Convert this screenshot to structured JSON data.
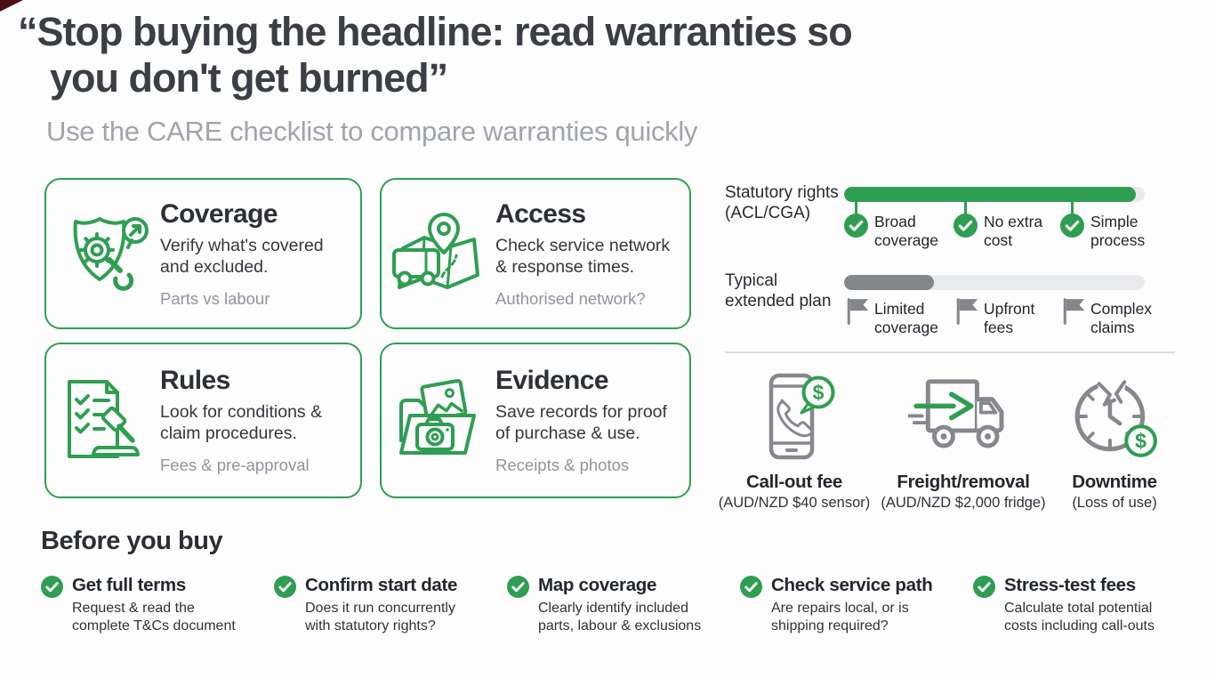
{
  "header": {
    "headline_line1": "“Stop buying the headline: read warranties so",
    "headline_line2": "you don't get burned”",
    "subtitle": "Use the CARE checklist to compare warranties quickly"
  },
  "colors": {
    "accent_green": "#2f9e52",
    "dark_text": "#3a3f45",
    "muted_text": "#8f959b",
    "gray_fill": "#83878b",
    "bar_track": "#e9eaeb"
  },
  "cards": [
    {
      "icon": "shield-gear-icon",
      "title": "Coverage",
      "description": "Verify what's covered\nand excluded.",
      "note": "Parts vs labour"
    },
    {
      "icon": "map-van-icon",
      "title": "Access",
      "description": "Check service network\n& response times.",
      "note": "Authorised network?"
    },
    {
      "icon": "checklist-gavel-icon",
      "title": "Rules",
      "description": "Look for conditions &\nclaim procedures.",
      "note": "Fees & pre-approval"
    },
    {
      "icon": "folder-camera-icon",
      "title": "Evidence",
      "description": "Save records for proof\nof purchase & use.",
      "note": "Receipts & photos"
    }
  ],
  "comparison": {
    "statutory": {
      "label": "Statutory rights\n(ACL/CGA)",
      "fill_percent": 97,
      "points": [
        "Broad\ncoverage",
        "No extra\ncost",
        "Simple\nprocess"
      ]
    },
    "extended": {
      "label": "Typical\nextended plan",
      "fill_percent": 30,
      "points": [
        "Limited\ncoverage",
        "Upfront\nfees",
        "Complex\nclaims"
      ]
    }
  },
  "costs": [
    {
      "icon": "phone-dollar-icon",
      "title": "Call-out fee",
      "subtitle": "(AUD/NZD $40 sensor)"
    },
    {
      "icon": "truck-arrow-icon",
      "title": "Freight/removal",
      "subtitle": "(AUD/NZD $2,000 fridge)"
    },
    {
      "icon": "broken-clock-dollar-icon",
      "title": "Downtime",
      "subtitle": "(Loss of use)"
    }
  ],
  "before_you_buy": {
    "heading": "Before you buy",
    "items": [
      {
        "title": "Get full terms",
        "description": "Request & read the\ncomplete T&Cs document"
      },
      {
        "title": "Confirm start date",
        "description": "Does it run concurrently\nwith statutory rights?"
      },
      {
        "title": "Map coverage",
        "description": "Clearly identify included\nparts, labour & exclusions"
      },
      {
        "title": "Check service path",
        "description": "Are repairs local, or is\nshipping required?"
      },
      {
        "title": "Stress-test fees",
        "description": "Calculate total potential\ncosts including call-outs"
      }
    ]
  }
}
